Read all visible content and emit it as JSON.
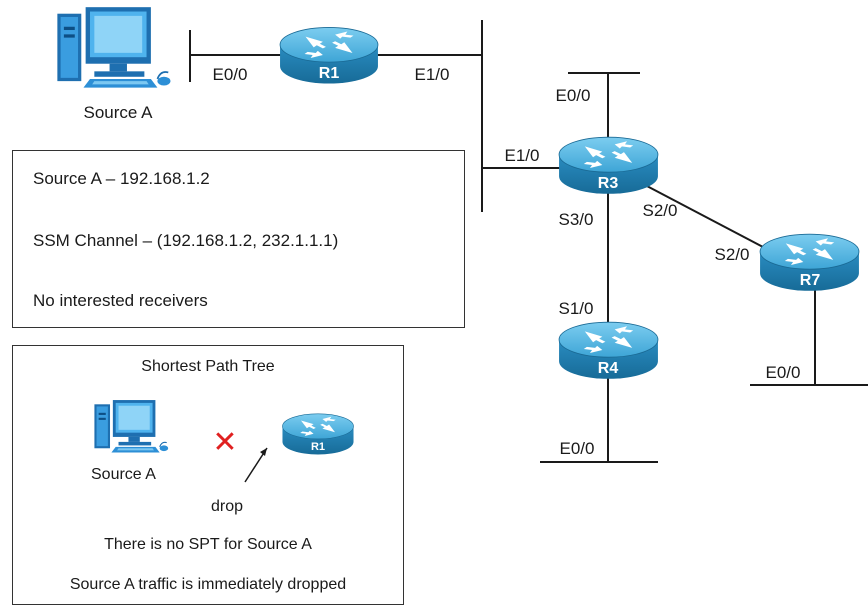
{
  "colors": {
    "router_body": "#1f7fb0",
    "router_top": "#54b7e3",
    "drop_x": "#e02020",
    "pc_blue": "#2d8fd6"
  },
  "source": {
    "label": "Source A",
    "icon": "computer-icon"
  },
  "routers": {
    "r1": {
      "label": "R1",
      "icon": "router-icon"
    },
    "r3": {
      "label": "R3",
      "icon": "router-icon"
    },
    "r4": {
      "label": "R4",
      "icon": "router-icon"
    },
    "r7": {
      "label": "R7",
      "icon": "router-icon"
    }
  },
  "interfaces": {
    "r1_e00": "E0/0",
    "r1_e10": "E1/0",
    "r3_e00": "E0/0",
    "r3_e10": "E1/0",
    "r3_s30": "S3/0",
    "r3_s20": "S2/0",
    "r7_s20": "S2/0",
    "r7_e00": "E0/0",
    "r4_s10": "S1/0",
    "r4_e00": "E0/0"
  },
  "info_box": {
    "line1": "Source A – 192.168.1.2",
    "line2": "SSM Channel – (192.168.1.2, 232.1.1.1)",
    "line3": "No interested receivers"
  },
  "spt_box": {
    "title": "Shortest Path Tree",
    "source_label": "Source A",
    "router_label": "R1",
    "drop_mark": "✕",
    "drop_label": "drop",
    "line1": "There is no SPT for Source A",
    "line2": "Source A traffic is immediately dropped"
  }
}
